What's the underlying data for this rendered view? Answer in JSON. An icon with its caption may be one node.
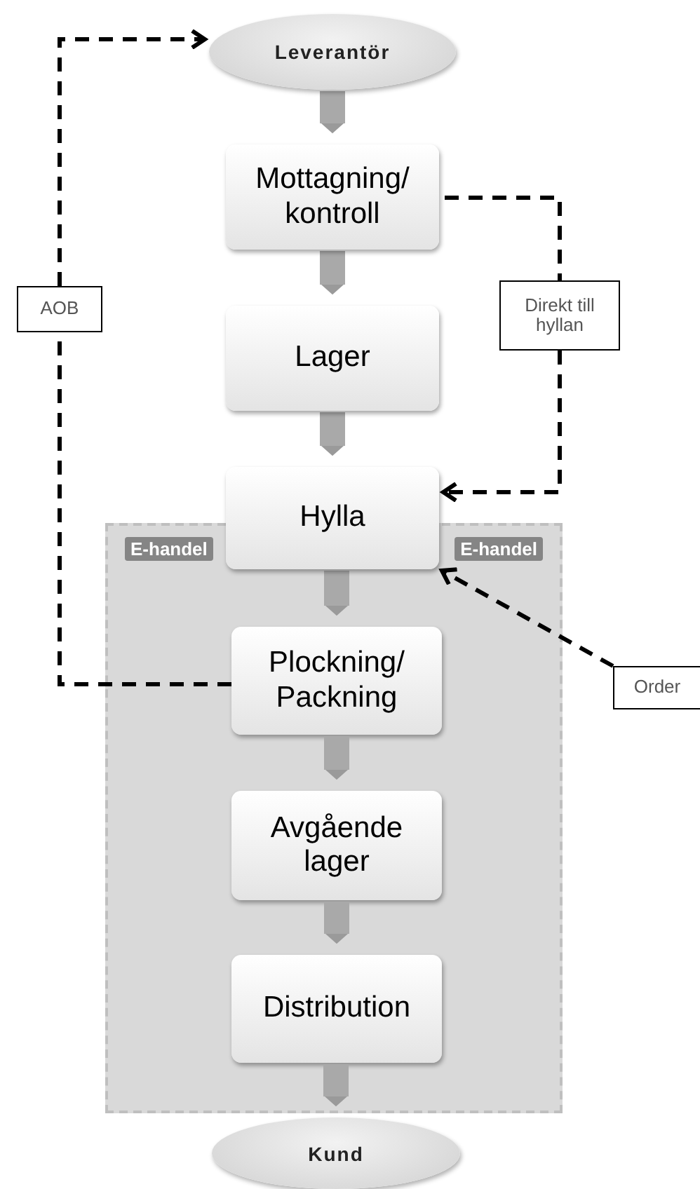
{
  "diagram": {
    "nodes": [
      {
        "text": [
          "Leverantör"
        ]
      },
      {
        "text": [
          "Mottagning/ kontroll"
        ]
      },
      {
        "text": [
          "Lager"
        ]
      },
      {
        "text": [
          "Hylla"
        ]
      },
      {
        "text": [
          "E-handel",
          "E-handel"
        ]
      },
      {
        "text": [
          "Plockning/ Packning"
        ],
        "in": 4
      },
      {
        "text": [
          "Avgående lager"
        ],
        "in": 4
      },
      {
        "text": [
          "Distribution"
        ],
        "in": 4
      },
      {
        "text": [
          "Kund"
        ]
      },
      {
        "text": [
          "AOB"
        ]
      },
      {
        "text": [
          "Direkt till hyllan"
        ]
      },
      {
        "text": [
          "Order"
        ]
      }
    ],
    "edges": [
      {
        "from": 0,
        "to": 1,
        "arrow": "to"
      },
      {
        "from": 1,
        "to": 2,
        "arrow": "to"
      },
      {
        "from": 2,
        "to": 3,
        "arrow": "to"
      },
      {
        "from": 3,
        "to": 5,
        "arrow": "to"
      },
      {
        "from": 5,
        "to": 6,
        "arrow": "to"
      },
      {
        "from": 6,
        "to": 7,
        "arrow": "to"
      },
      {
        "from": 7,
        "to": 8,
        "arrow": "to"
      },
      {
        "from": 5,
        "to": 9,
        "arrow": "none",
        "style": "dashed",
        "color": "#000000"
      },
      {
        "from": 9,
        "to": 0,
        "arrow": "to",
        "style": "dashed",
        "color": "#000000"
      },
      {
        "from": 1,
        "to": 10,
        "arrow": "none",
        "style": "dashed",
        "color": "#000000"
      },
      {
        "from": 10,
        "to": 3,
        "arrow": "to",
        "style": "dashed",
        "color": "#000000"
      },
      {
        "from": 11,
        "to": 3,
        "arrow": "to",
        "style": "dashed",
        "color": "#000000"
      }
    ]
  }
}
